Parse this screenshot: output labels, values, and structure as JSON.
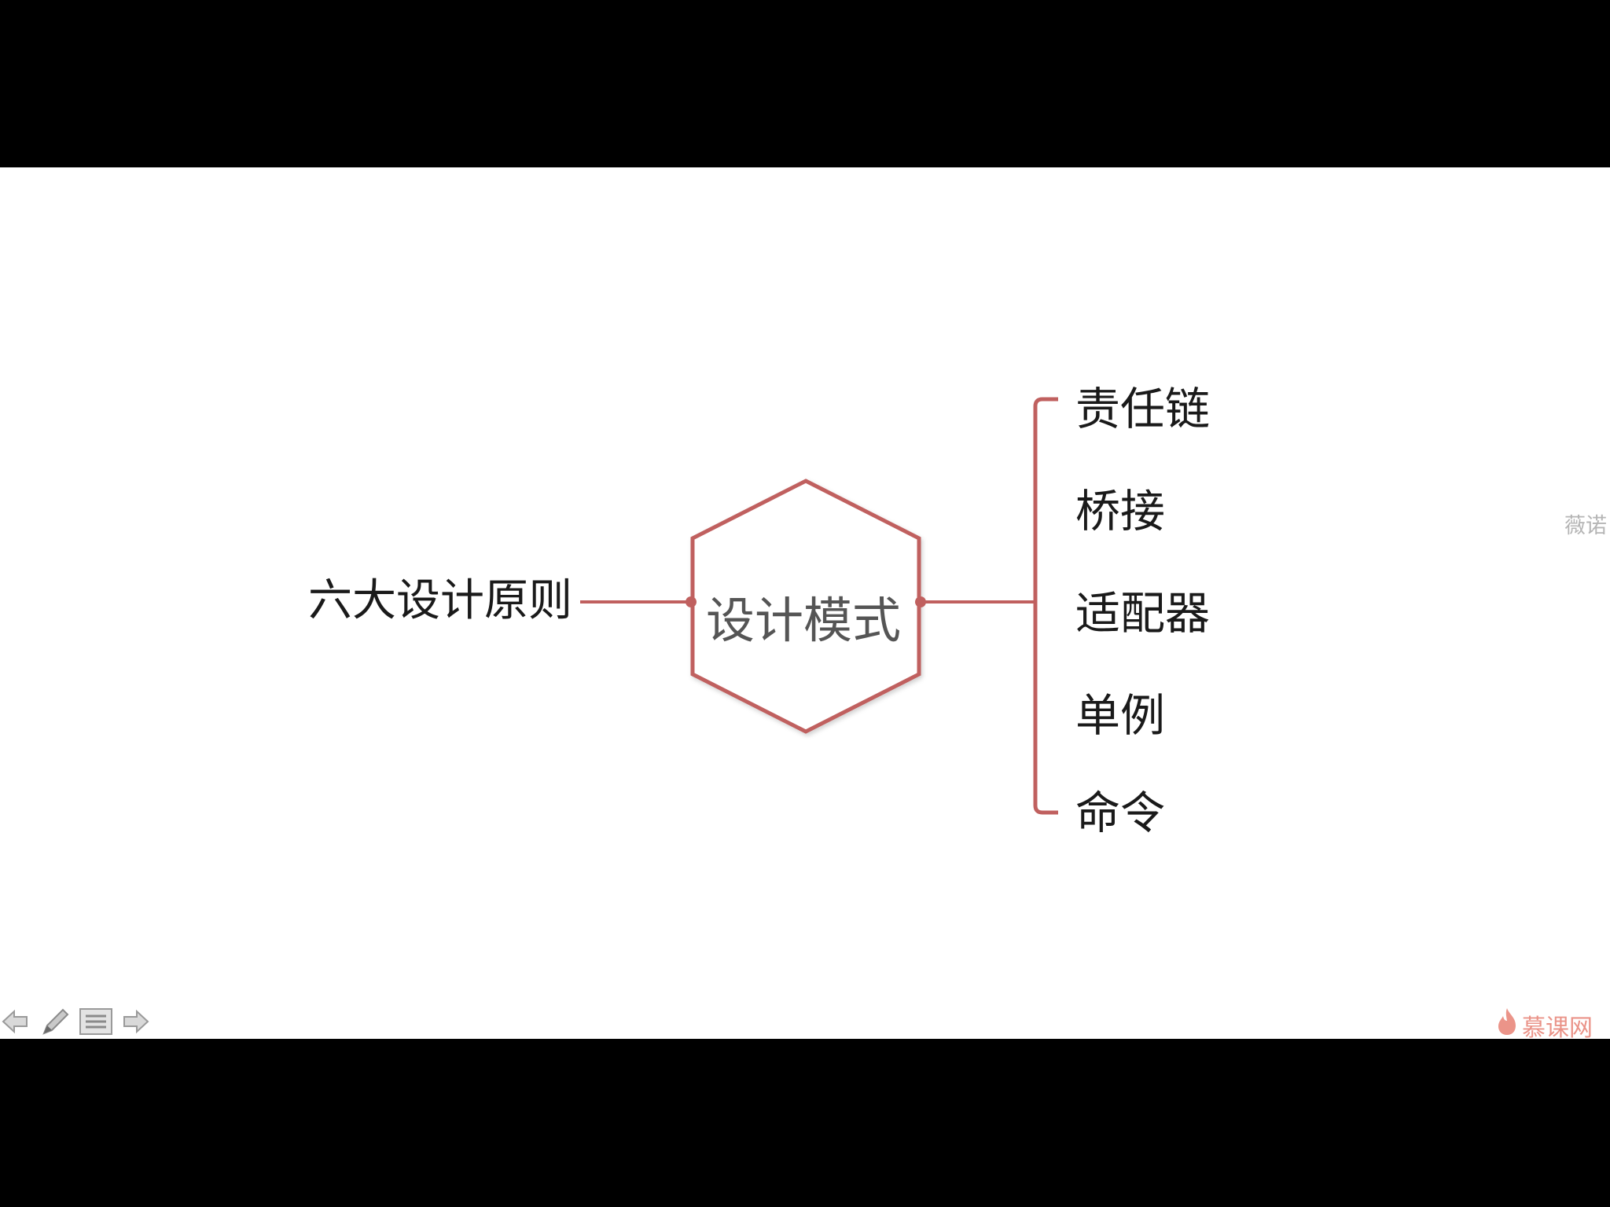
{
  "slide": {
    "root_topic": "六大设计原则",
    "central_topic": "设计模式",
    "branches": [
      {
        "label": "责任链"
      },
      {
        "label": "桥接"
      },
      {
        "label": "适配器"
      },
      {
        "label": "单例"
      },
      {
        "label": "命令"
      }
    ]
  },
  "overlay": {
    "watermark_text": "薇诺",
    "brand_text": "慕课网"
  },
  "toolbar": {
    "icons": [
      "arrow-left-icon",
      "pen-icon",
      "menu-icon",
      "arrow-right-icon"
    ]
  },
  "colors": {
    "connector": "#c0605f",
    "background": "#ffffff",
    "letterbox": "#000000",
    "brand": "#e05a4a"
  }
}
